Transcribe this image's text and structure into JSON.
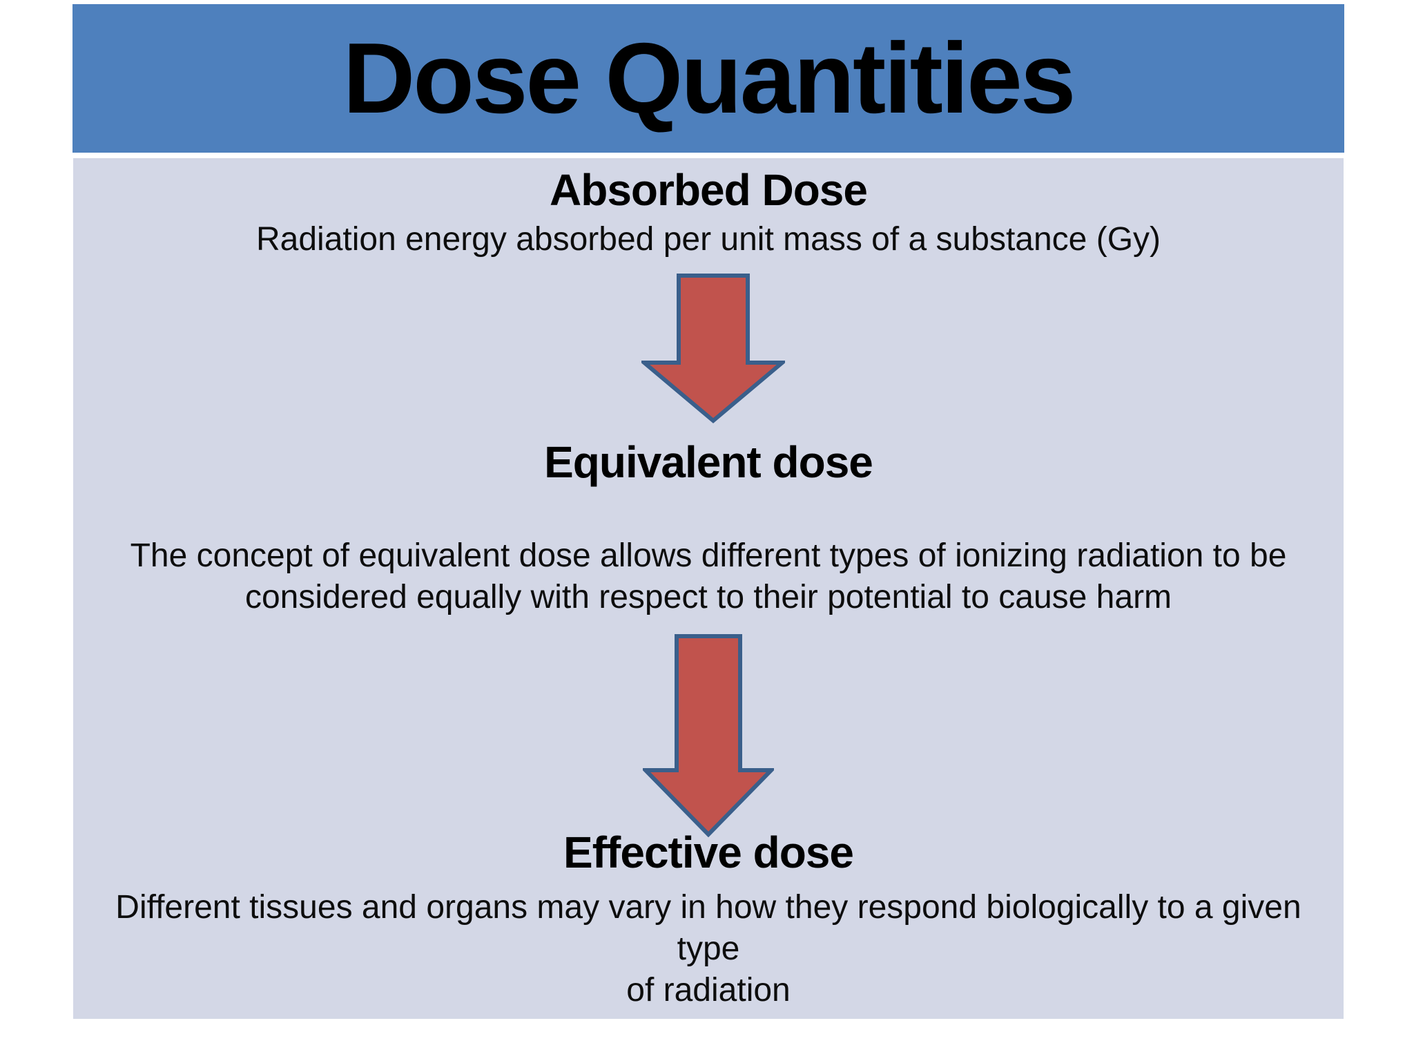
{
  "slide": {
    "title": "Dose Quantities",
    "sections": [
      {
        "heading": "Absorbed Dose",
        "body": "Radiation energy absorbed per unit mass of a substance (Gy)"
      },
      {
        "heading": "Equivalent dose",
        "body": "The concept of equivalent dose allows different types of ionizing radiation to be\nconsidered equally with respect to their potential to cause harm"
      },
      {
        "heading": "Effective dose",
        "body": "Different tissues and organs may vary in how they respond biologically to a given type\nof radiation"
      }
    ],
    "icons": {
      "flow_arrow": "down-arrow"
    },
    "colors": {
      "header_bg": "#4e80bd",
      "panel_bg": "#d3d7e6",
      "arrow_fill": "#c1534d",
      "arrow_stroke": "#3a5f8b",
      "title_text": "#000000"
    }
  }
}
